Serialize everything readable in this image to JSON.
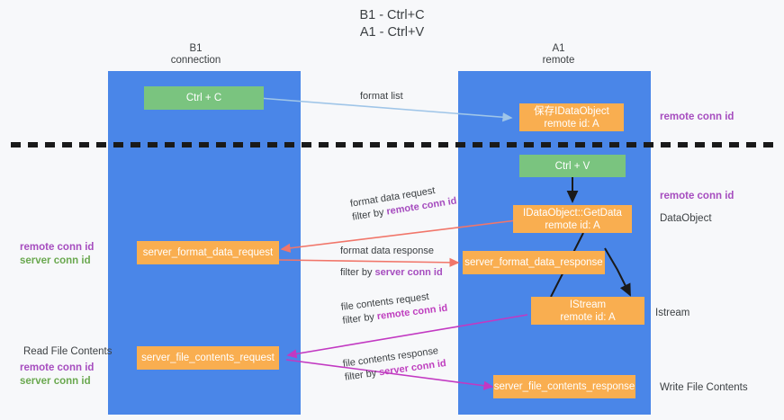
{
  "title": {
    "line1": "B1 - Ctrl+C",
    "line2": "A1 - Ctrl+V"
  },
  "lanes": [
    {
      "id": "b1",
      "name": "B1",
      "sub": "connection"
    },
    {
      "id": "a1",
      "name": "A1",
      "sub": "remote"
    }
  ],
  "nodes": {
    "ctrl_c": {
      "line1": "Ctrl + C",
      "line2": ""
    },
    "save_idataobject": {
      "line1": "保存IDataObject",
      "line2": "remote id: A"
    },
    "ctrl_v": {
      "line1": "Ctrl + V",
      "line2": ""
    },
    "idataobject_getdata": {
      "line1": "IDataObject::GetData",
      "line2": "remote id: A"
    },
    "server_format_data_request": {
      "line1": "server_format_data_request",
      "line2": ""
    },
    "server_format_data_response": {
      "line1": "server_format_data_response",
      "line2": ""
    },
    "istream": {
      "line1": "IStream",
      "line2": "remote id: A"
    },
    "server_file_contents_request": {
      "line1": "server_file_contents_request",
      "line2": ""
    },
    "server_file_contents_response": {
      "line1": "server_file_contents_response",
      "line2": ""
    }
  },
  "edges": {
    "format_list": {
      "line1": "format list",
      "line2": "",
      "key2": ""
    },
    "format_data_request": {
      "line1": "format data request",
      "line2": "filter by ",
      "key2": "remote conn id"
    },
    "format_data_response": {
      "line1": "format data response",
      "line2": "filter by ",
      "key2": "server conn id"
    },
    "file_contents_request": {
      "line1": "file contents request",
      "line2": "filter by ",
      "key2": "remote conn id"
    },
    "file_contents_response": {
      "line1": "file contents response",
      "line2": "filter by ",
      "key2": "server conn id"
    }
  },
  "annotations": {
    "right_remote_conn_id_top": "remote conn id",
    "right_remote_conn_id_mid": "remote conn id",
    "right_dataobject": "DataObject",
    "right_istream": "Istream",
    "right_write_file_contents": "Write File Contents",
    "left_remote_conn_id_1": "remote conn id",
    "left_server_conn_id_1": "server conn id",
    "left_read_file_contents": "Read File Contents",
    "left_remote_conn_id_2": "remote conn id",
    "left_server_conn_id_2": "server conn id"
  },
  "colors": {
    "lane": "#4a86e8",
    "node_green": "#7ac47f",
    "node_orange": "#f9ae50",
    "arrow_light_blue": "#9fc5e8",
    "arrow_red": "#f1766a",
    "arrow_magenta": "#c239c2",
    "arrow_black": "#1a1a1a",
    "key_purple": "#a64dbf",
    "key_green": "#6aa84f",
    "divider": "#1a1a1a",
    "background": "#f7f8fa"
  }
}
